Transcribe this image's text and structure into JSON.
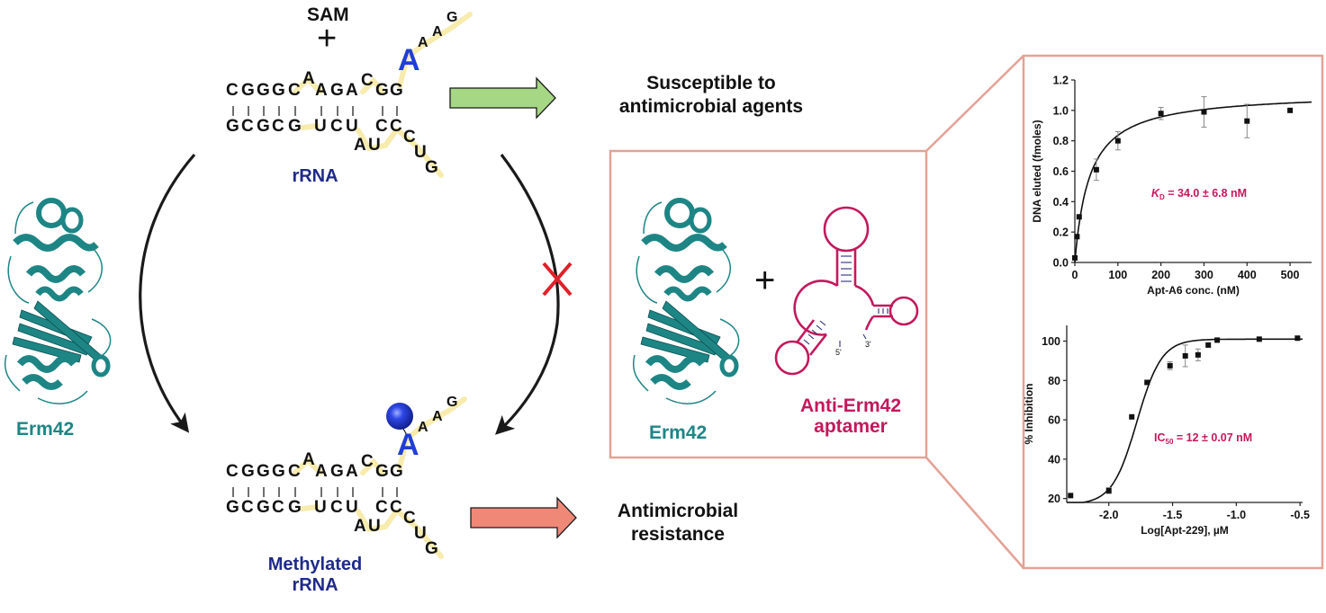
{
  "title": "Erm42 methylation of rRNA and inhibition by Anti-Erm42 aptamer",
  "colors": {
    "teal": "#1e8585",
    "navy": "#1f2a8a",
    "magenta": "#c4185c",
    "blue_A": "#1f3fd6",
    "green_arrow": "#a6d785",
    "salmon_arrow": "#f08878",
    "frame": "#e3a296",
    "red_x": "#e0202a",
    "rna_backbone": "#f7ecae"
  },
  "reactants": {
    "cofactor": "SAM",
    "plus": "+"
  },
  "rrna_top": {
    "label": "rRNA",
    "top_strand": [
      "C",
      "G",
      "G",
      "G",
      "C",
      "A",
      "A",
      "G",
      "A",
      "C",
      "G",
      "G"
    ],
    "bottom_strand": [
      "G",
      "C",
      "G",
      "C",
      "G",
      "U",
      "C",
      "U",
      "A",
      "U",
      "C",
      "C",
      "C",
      "U",
      "G"
    ],
    "target_base": "A",
    "tail": [
      "A",
      "A",
      "G"
    ]
  },
  "rrna_bottom": {
    "label_line1": "Methylated",
    "label_line2": "rRNA",
    "methyl_group": "methyl-sphere"
  },
  "enzyme": {
    "name": "Erm42"
  },
  "outcomes": {
    "unmethylated_line1": "Susceptible to",
    "unmethylated_line2": "antimicrobial agents",
    "methylated_line1": "Antimicrobial",
    "methylated_line2": "resistance"
  },
  "inhibition_box": {
    "enzyme_label": "Erm42",
    "plus": "+",
    "aptamer_line1": "Anti-Erm42",
    "aptamer_line2": "aptamer",
    "five_prime": "5'",
    "three_prime": "3'"
  },
  "chart_data": [
    {
      "type": "scatter",
      "title": "",
      "xlabel": "Apt-A6 conc. (nM)",
      "ylabel": "DNA eluted (fmoles)",
      "xlim": [
        0,
        550
      ],
      "ylim": [
        0.0,
        1.2
      ],
      "xticks": [
        "0",
        "100",
        "200",
        "300",
        "400",
        "500"
      ],
      "yticks": [
        "0.0",
        "0.2",
        "0.4",
        "0.6",
        "0.8",
        "1.0",
        "1.2"
      ],
      "annotation_symbol": "K",
      "annotation_sub": "D",
      "annotation_rest": " = 34.0 ± 6.8 nM",
      "points": [
        {
          "x": 0,
          "y": 0.03,
          "err": 0
        },
        {
          "x": 5,
          "y": 0.17,
          "err": 0
        },
        {
          "x": 10,
          "y": 0.3,
          "err": 0
        },
        {
          "x": 50,
          "y": 0.61,
          "err": 0.07
        },
        {
          "x": 100,
          "y": 0.8,
          "err": 0.06
        },
        {
          "x": 200,
          "y": 0.98,
          "err": 0.04
        },
        {
          "x": 300,
          "y": 0.99,
          "err": 0.1
        },
        {
          "x": 400,
          "y": 0.93,
          "err": 0.11
        },
        {
          "x": 500,
          "y": 1.0,
          "err": 0
        }
      ],
      "fit": {
        "model": "hyperbolic",
        "Bmax": 1.12,
        "Kd": 34.0
      }
    },
    {
      "type": "scatter",
      "title": "",
      "xlabel": "Log[Apt-229], µM",
      "ylabel": "% Inhibition",
      "xlim": [
        -2.33,
        -0.48
      ],
      "ylim": [
        18,
        108
      ],
      "xticks": [
        "-2.0",
        "-1.5",
        "-1.0",
        "-0.5"
      ],
      "yticks": [
        "20",
        "40",
        "60",
        "80",
        "100"
      ],
      "annotation_symbol": "IC",
      "annotation_sub": "50",
      "annotation_rest": " = 12 ± 0.07 nM",
      "points": [
        {
          "x": -2.3,
          "y": 21.5,
          "err": 0
        },
        {
          "x": -2.0,
          "y": 24,
          "err": 1.5
        },
        {
          "x": -1.82,
          "y": 61.5,
          "err": 0
        },
        {
          "x": -1.7,
          "y": 79,
          "err": 0
        },
        {
          "x": -1.52,
          "y": 87.5,
          "err": 2
        },
        {
          "x": -1.4,
          "y": 92.5,
          "err": 5.5
        },
        {
          "x": -1.3,
          "y": 93,
          "err": 3
        },
        {
          "x": -1.22,
          "y": 98,
          "err": 0
        },
        {
          "x": -1.15,
          "y": 100.5,
          "err": 0
        },
        {
          "x": -0.82,
          "y": 101,
          "err": 0
        },
        {
          "x": -0.52,
          "y": 101.5,
          "err": 0
        }
      ],
      "fit": {
        "model": "sigmoid",
        "bottom": 17,
        "top": 101,
        "logIC50": -1.78,
        "hill": 4.5
      }
    }
  ]
}
